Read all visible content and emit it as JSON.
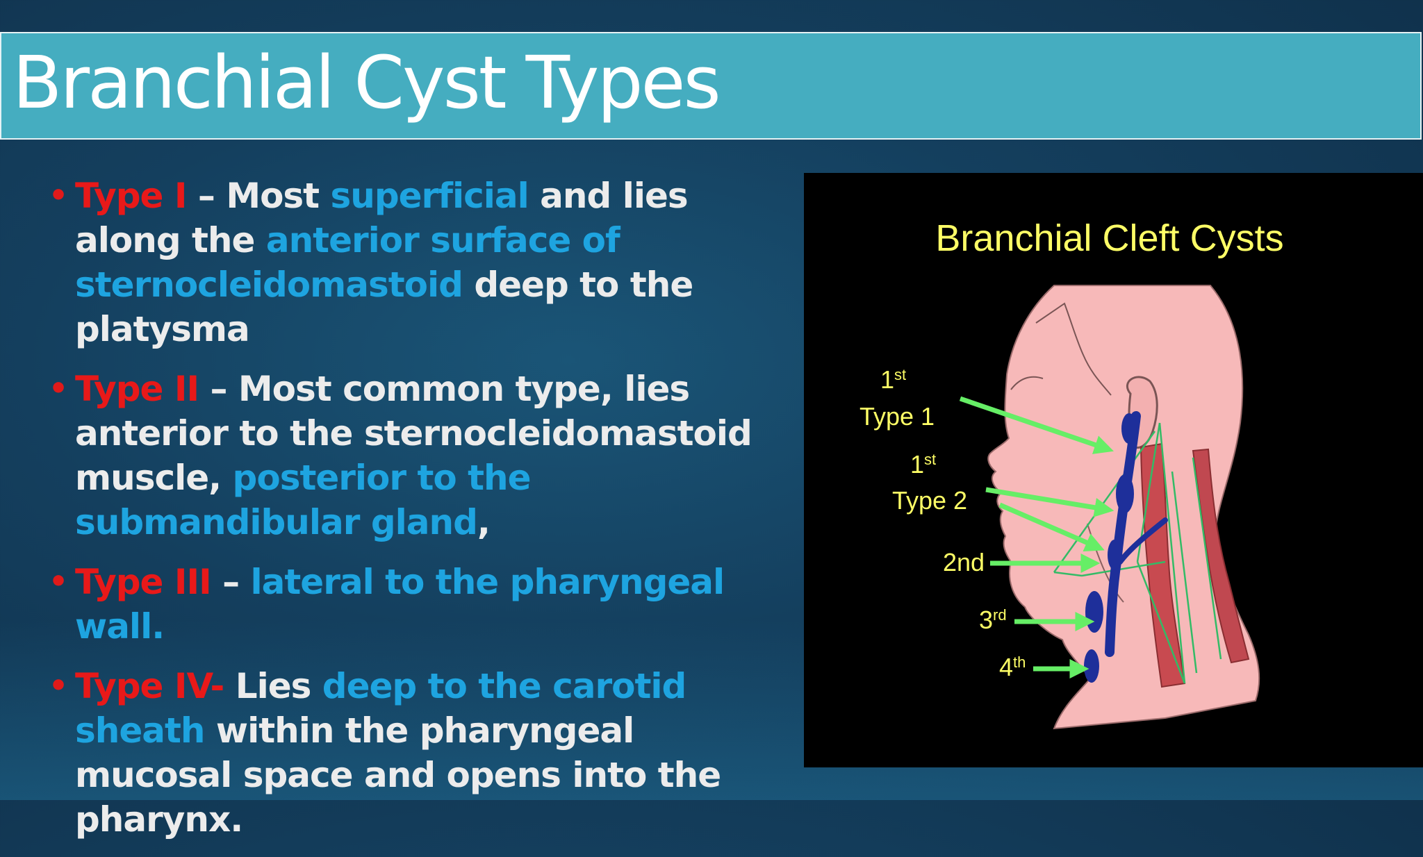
{
  "slide": {
    "title": "Branchial Cyst Types"
  },
  "bullets": [
    {
      "label": "Type I",
      "dash": " – ",
      "text_a": "Most ",
      "hl_a": "superficial",
      "text_b": " and lies along the ",
      "hl_b": "anterior surface of sternocleidomastoid",
      "text_c": " deep to the platysma"
    },
    {
      "label": "Type II",
      "dash": " – ",
      "text_a": "Most common type, lies anterior to the sternocleidomastoid muscle, ",
      "hl_a": "posterior to the submandibular gland",
      "text_b": ","
    },
    {
      "label": "Type III",
      "dash": " – ",
      "hl_a": "lateral to the pharyngeal wall."
    },
    {
      "label": "Type IV-",
      "text_a": " Lies ",
      "hl_a": "deep to the carotid sheath",
      "text_b": " within the pharyngeal mucosal space and opens into the pharynx."
    }
  ],
  "figure": {
    "title": "Branchial Cleft Cysts",
    "labels": {
      "first_type1_num": "1",
      "first_type1_sup": "st",
      "first_type1_type": "Type 1",
      "first_type2_num": "1",
      "first_type2_sup": "st",
      "first_type2_type": "Type 2",
      "second": "2nd",
      "third_num": "3",
      "third_sup": "rd",
      "fourth_num": "4",
      "fourth_sup": "th"
    },
    "colors": {
      "title": "#ffff66",
      "labels": "#ffff66",
      "arrows": "#66ee66",
      "skin": "#f7b9b9",
      "muscle": "#c84a50",
      "cysts": "#1e2f9a"
    }
  }
}
